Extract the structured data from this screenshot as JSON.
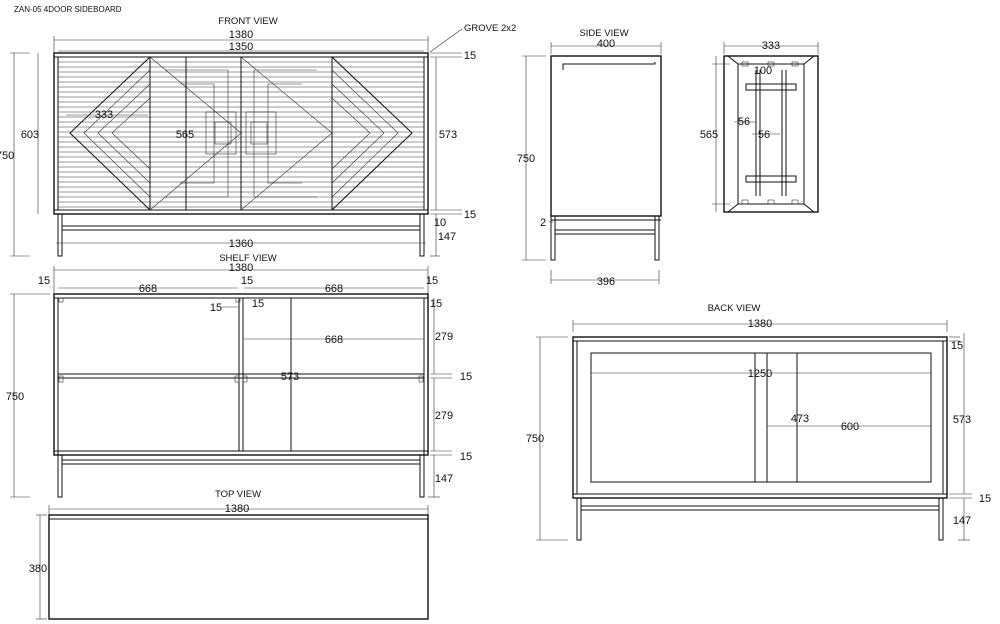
{
  "title": "ZAN-05 4DOOR SIDEBOARD",
  "views": {
    "front": {
      "label": "FRONT VIEW",
      "grove_label": "GROVE 2x2",
      "dims": {
        "w1380": "1380",
        "w1350": "1350",
        "h750": "750",
        "h603": "603",
        "d333": "333",
        "d565": "565",
        "h573": "573",
        "t15a": "15",
        "t15b": "15",
        "t10": "10",
        "h147": "147",
        "w1360": "1360"
      }
    },
    "side": {
      "label": "SIDE VIEW",
      "dims": {
        "w400": "400",
        "h750": "750",
        "t2": "2",
        "w396": "396"
      }
    },
    "bottom": {
      "dims": {
        "w333": "333",
        "w100": "100",
        "h565": "565",
        "a56": "56",
        "b56": "56"
      }
    },
    "shelf": {
      "label": "SHELF VIEW",
      "dims": {
        "w1380": "1380",
        "l15": "15",
        "w668a": "668",
        "c15a": "15",
        "w668b": "668",
        "r15": "15",
        "i15a": "15",
        "i15b": "15",
        "r15b": "15",
        "h750": "750",
        "s668": "668",
        "h279a": "279",
        "s15a": "15",
        "h573": "573",
        "h279b": "279",
        "s15b": "15",
        "h147": "147"
      }
    },
    "back": {
      "label": "BACK VIEW",
      "dims": {
        "w1380": "1380",
        "t15": "15",
        "w1250": "1250",
        "h573": "573",
        "h750": "750",
        "h473": "473",
        "w600": "600",
        "b15": "15",
        "h147": "147"
      }
    },
    "top": {
      "label": "TOP VIEW",
      "dims": {
        "w1380": "1380",
        "h380": "380"
      }
    }
  }
}
